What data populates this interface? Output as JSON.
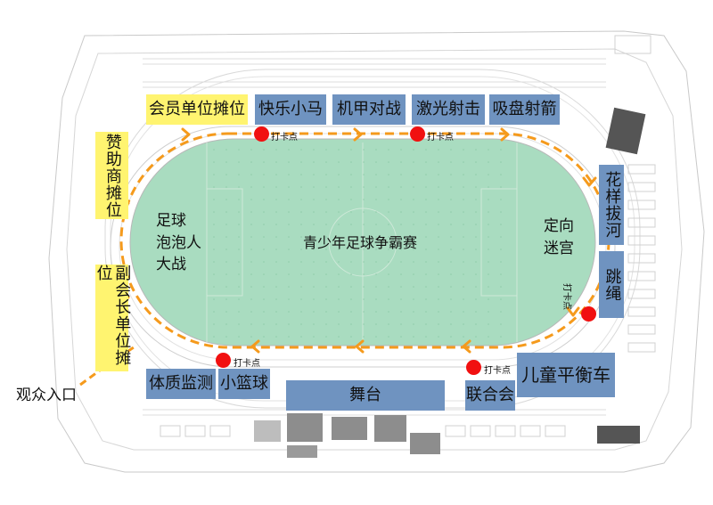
{
  "map": {
    "field_title": "青少年足球争霸赛",
    "left_field_label": [
      "足球",
      "泡泡人",
      "大战"
    ],
    "right_field_label": [
      "定向",
      "迷宫"
    ],
    "entrance_label": "观众入口",
    "checkpoint_label": "打卡点",
    "zones_top": [
      {
        "label": "会员单位摊位",
        "color": "#fff470"
      },
      {
        "label": "快乐小马",
        "color": "#6f93c0"
      },
      {
        "label": "机甲对战",
        "color": "#6f93c0"
      },
      {
        "label": "激光射击",
        "color": "#6f93c0"
      },
      {
        "label": "吸盘射箭",
        "color": "#6f93c0"
      }
    ],
    "zones_left": [
      {
        "label": "赞助商摊位",
        "color": "#fff470"
      },
      {
        "label": "副会长单位摊位",
        "color": "#fff470"
      }
    ],
    "zones_right": [
      {
        "label": "花样拔河",
        "color": "#6f93c0"
      },
      {
        "label": "跳绳",
        "color": "#6f93c0"
      }
    ],
    "zones_bottom": [
      {
        "label": "体质监测",
        "color": "#6f93c0"
      },
      {
        "label": "小篮球",
        "color": "#6f93c0"
      },
      {
        "label": "舞台",
        "color": "#6f93c0"
      },
      {
        "label": "联合会",
        "color": "#6f93c0"
      },
      {
        "label": "儿童平衡车",
        "color": "#6f93c0"
      }
    ],
    "route_color": "#f59a1c",
    "field_color": "#a9dcc0",
    "checkpoint_color": "#f11010"
  }
}
